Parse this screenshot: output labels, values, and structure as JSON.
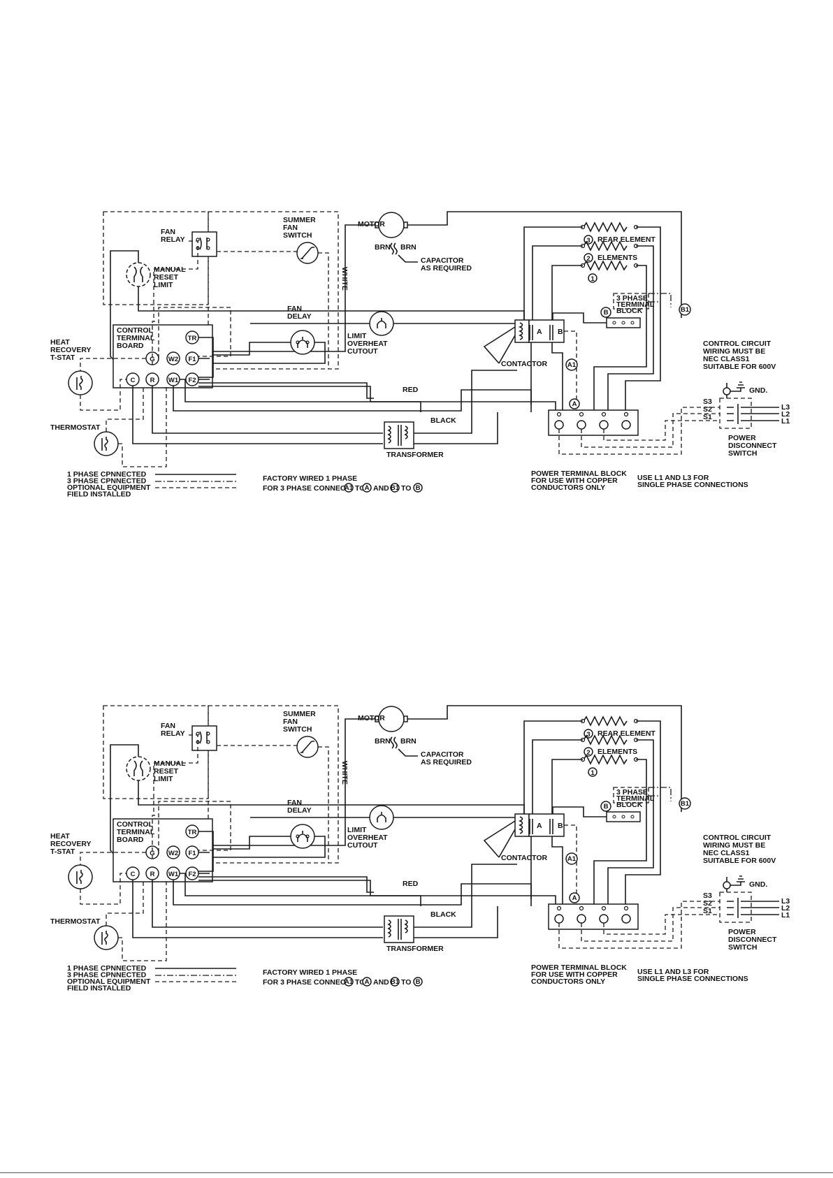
{
  "labels": {
    "fan_relay": [
      "FAN",
      "RELAY"
    ],
    "summer_fan_switch": [
      "SUMMER",
      "FAN",
      "SWITCH"
    ],
    "motor": "MOTOR",
    "brn_left": "BRN",
    "brn_right": "BRN",
    "capacitor": [
      "CAPACITOR",
      "AS REQUIRED"
    ],
    "white": "WHITE",
    "manual_reset_limit": [
      "MANUAL",
      "RESET",
      "LIMIT"
    ],
    "fan_delay": [
      "FAN",
      "DELAY"
    ],
    "limit_overheat_cutout": [
      "LIMIT",
      "OVERHEAT",
      "CUTOUT"
    ],
    "control_terminal_board": [
      "CONTROL",
      "TERMINAL",
      "BOARD"
    ],
    "heat_recovery_tstat": [
      "HEAT",
      "RECOVERY",
      "T-STAT"
    ],
    "thermostat": "THERMOSTAT",
    "transformer": "TRANSFORMER",
    "red": "RED",
    "black": "BLACK",
    "contactor": "CONTACTOR",
    "rear_element": "REAR ELEMENT",
    "elements": "ELEMENTS",
    "three_phase_terminal_block": [
      "3 PHASE",
      "TERMINAL",
      "BLOCK"
    ],
    "control_circuit_note": [
      "CONTROL CIRCUIT",
      "WIRING MUST BE",
      "NEC CLASS1",
      "SUITABLE FOR 600V"
    ],
    "gnd": "GND.",
    "s3": "S3",
    "s2": "S2",
    "s1": "S1",
    "l3": "L3",
    "l2": "L2",
    "l1": "L1",
    "power_disconnect_switch": [
      "POWER",
      "DISCONNECT",
      "SWITCH"
    ],
    "power_terminal_block_note": [
      "POWER TERMINAL BLOCK",
      "FOR USE WITH COPPER",
      "CONDUCTORS ONLY"
    ],
    "single_phase_note": [
      "USE L1 AND L3 FOR",
      "SINGLE PHASE CONNECTIONS"
    ],
    "legend": [
      "1 PHASE CPNNECTED",
      "3 PHASE CPNNECTED",
      "OPTIONAL EQUIPMENT",
      "FIELD INSTALLED"
    ],
    "factory_wired": "FACTORY WIRED 1 PHASE",
    "for_3_phase": [
      "FOR 3 PHASE CONNECT",
      "TO",
      "AND",
      "TO"
    ],
    "contactor_a": "A",
    "contactor_b": "B"
  },
  "terminals": {
    "tr": "TR",
    "g": "G",
    "w2": "W2",
    "f1": "F1",
    "c": "C",
    "r": "R",
    "w1": "W1",
    "f2": "F2"
  },
  "markers": {
    "a1": "A1",
    "b1": "B1",
    "a": "A",
    "b": "B",
    "e1": "1",
    "e2": "2",
    "e3": "3"
  }
}
